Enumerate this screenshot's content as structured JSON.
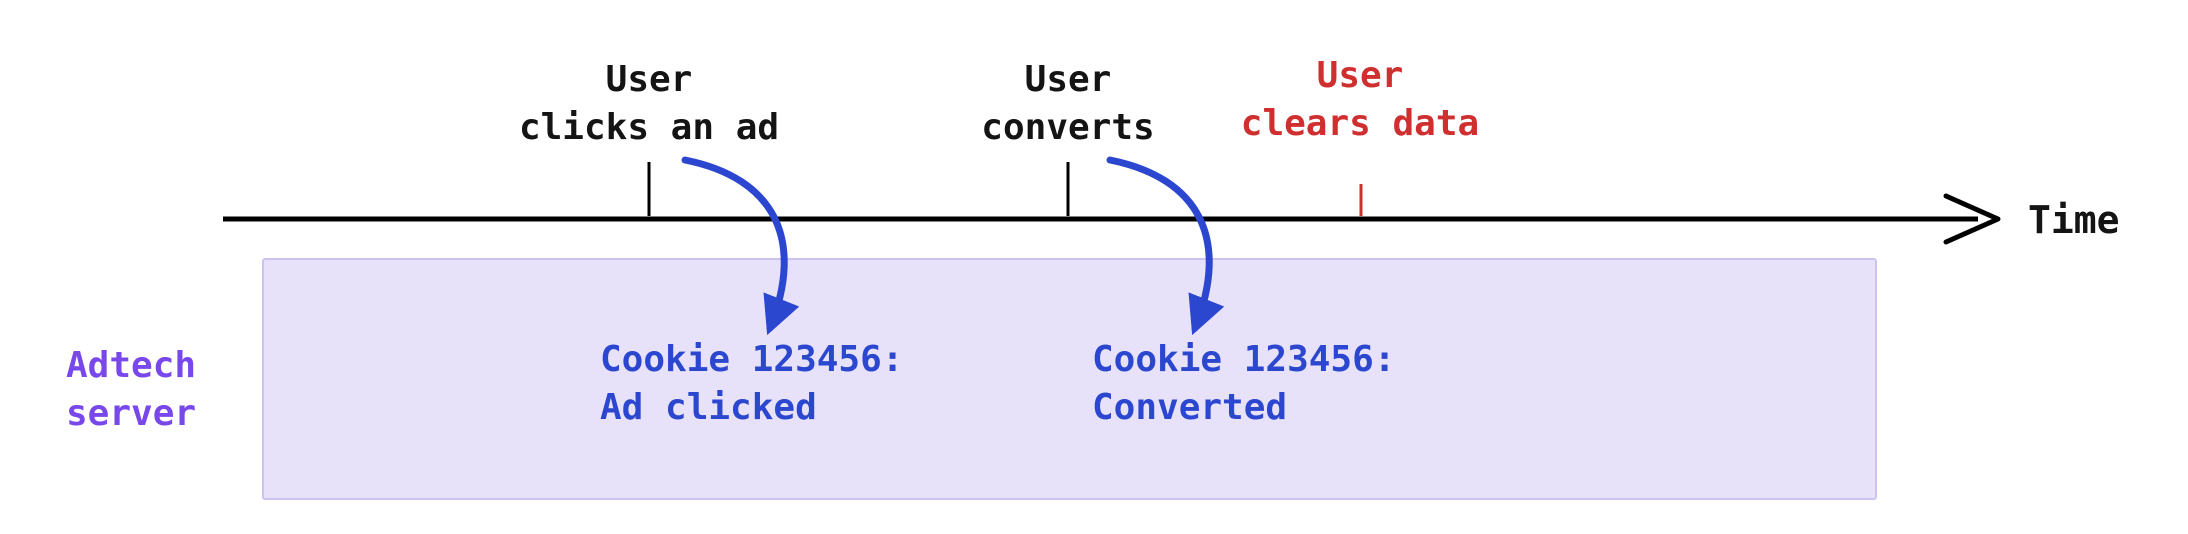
{
  "diagram": {
    "type": "timeline",
    "axis_label": "Time"
  },
  "timeline": {
    "events": [
      {
        "line1": "User",
        "line2": "clicks an ad",
        "color": "#141414"
      },
      {
        "line1": "User",
        "line2": "converts",
        "color": "#141414"
      },
      {
        "line1": "User",
        "line2": "clears data",
        "color": "#d02f2f"
      }
    ]
  },
  "server_box": {
    "label_line1": "Adtech",
    "label_line2": "server",
    "entries": [
      {
        "line1": "Cookie 123456:",
        "line2": "Ad clicked"
      },
      {
        "line1": "Cookie 123456:",
        "line2": "Converted"
      }
    ]
  },
  "colors": {
    "axis": "#000000",
    "event_text": "#141414",
    "cleared_event_text": "#d02f2f",
    "cleared_tick": "#d02f2f",
    "arrow_blue": "#2c47cf",
    "cookie_text": "#2c47cf",
    "server_label": "#7948ea",
    "box_fill": "#e7e1fa",
    "box_border": "#cdc3f0"
  }
}
